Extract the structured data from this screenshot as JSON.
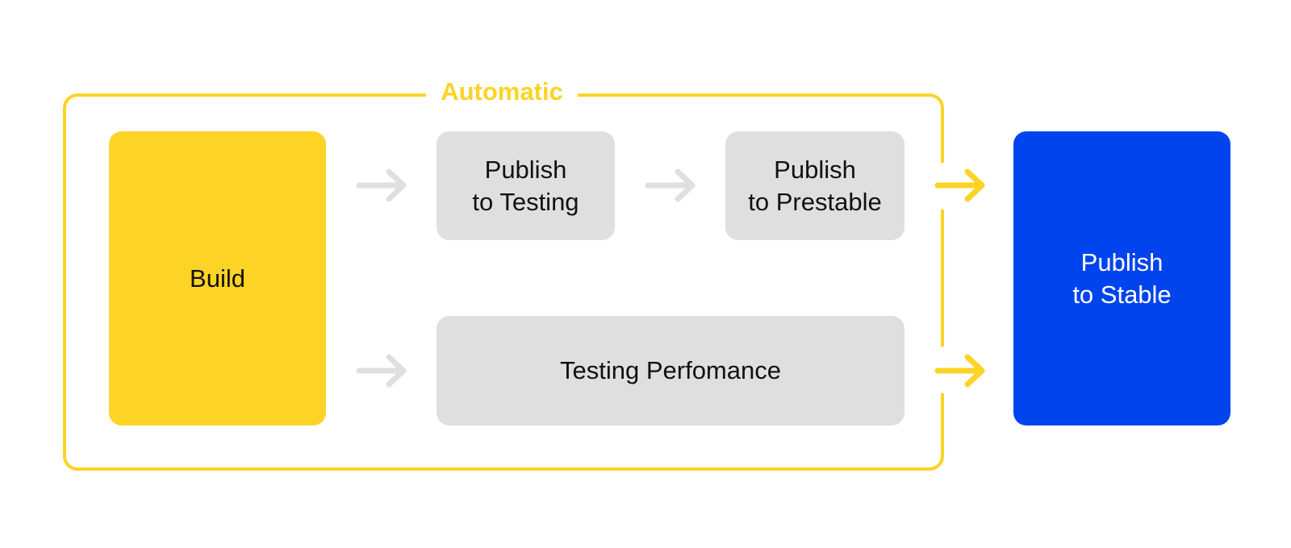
{
  "group": {
    "label": "Automatic",
    "color": "#FDD325"
  },
  "nodes": {
    "build": {
      "label": "Build",
      "color": "#FDD325"
    },
    "publish_testing": {
      "label": "Publish\nto Testing",
      "color": "#DFDFDF"
    },
    "publish_prestable": {
      "label": "Publish\nto Prestable",
      "color": "#DFDFDF"
    },
    "testing_performance": {
      "label": "Testing Perfomance",
      "color": "#DFDFDF"
    },
    "publish_stable": {
      "label": "Publish\nto Stable",
      "color": "#0044EE"
    }
  },
  "edges": [
    {
      "from": "build",
      "to": "publish_testing",
      "color": "#DFDFDF"
    },
    {
      "from": "publish_testing",
      "to": "publish_prestable",
      "color": "#DFDFDF"
    },
    {
      "from": "build",
      "to": "testing_performance",
      "color": "#DFDFDF"
    },
    {
      "from": "publish_prestable",
      "to": "publish_stable",
      "color": "#FDD325"
    },
    {
      "from": "testing_performance",
      "to": "publish_stable",
      "color": "#FDD325"
    }
  ]
}
